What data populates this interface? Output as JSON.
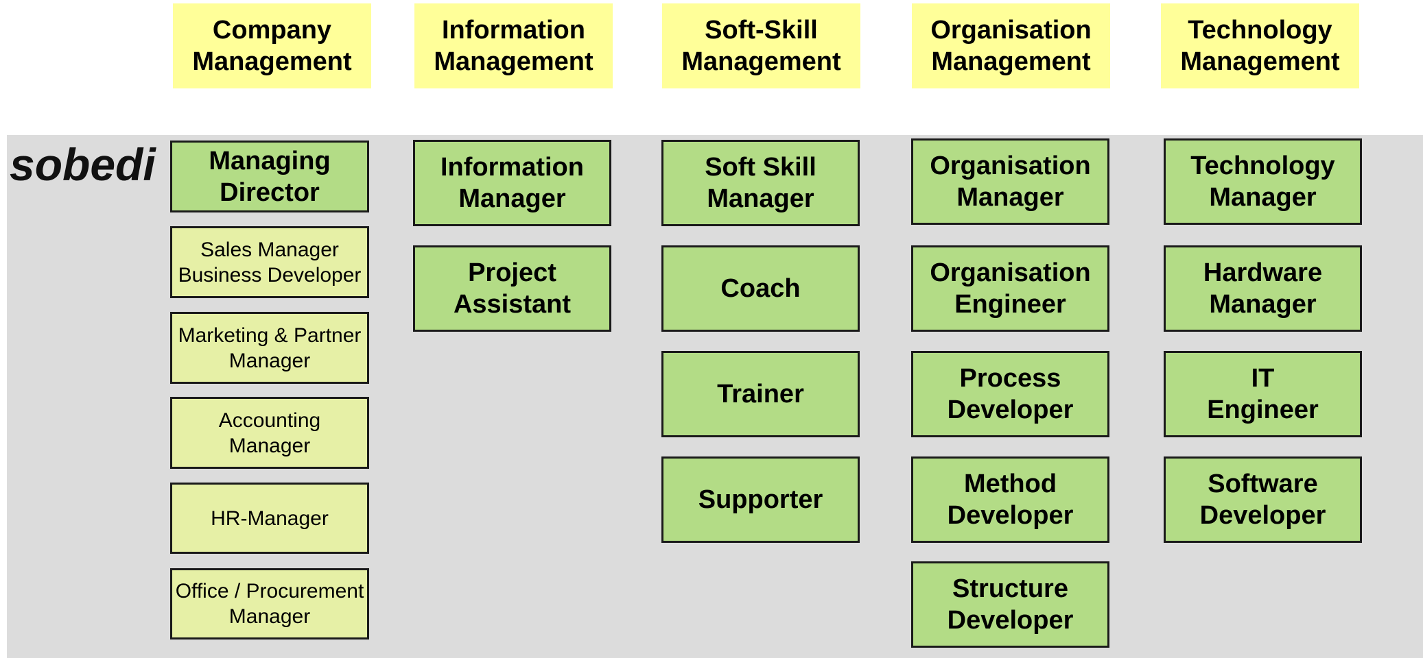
{
  "brand": "sobedi",
  "headers": [
    "Company\nManagement",
    "Information\nManagement",
    "Soft-Skill\nManagement",
    "Organisation\nManagement",
    "Technology\nManagement"
  ],
  "columns": {
    "company": [
      "Managing\nDirector",
      "Sales Manager\nBusiness Developer",
      "Marketing & Partner\nManager",
      "Accounting\nManager",
      "HR-Manager",
      "Office / Procurement\nManager"
    ],
    "information": [
      "Information\nManager",
      "Project\nAssistant"
    ],
    "softskill": [
      "Soft Skill\nManager",
      "Coach",
      "Trainer",
      "Supporter"
    ],
    "organisation": [
      "Organisation\nManager",
      "Organisation\nEngineer",
      "Process\nDeveloper",
      "Method\nDeveloper",
      "Structure\nDeveloper"
    ],
    "technology": [
      "Technology\nManager",
      "Hardware\nManager",
      "IT\nEngineer",
      "Software\nDeveloper"
    ]
  },
  "colors": {
    "header_bg": "#ffff99",
    "primary_role_bg": "#b3dc86",
    "secondary_role_bg": "#e6f0a6",
    "panel_bg": "#dcdcdc"
  }
}
